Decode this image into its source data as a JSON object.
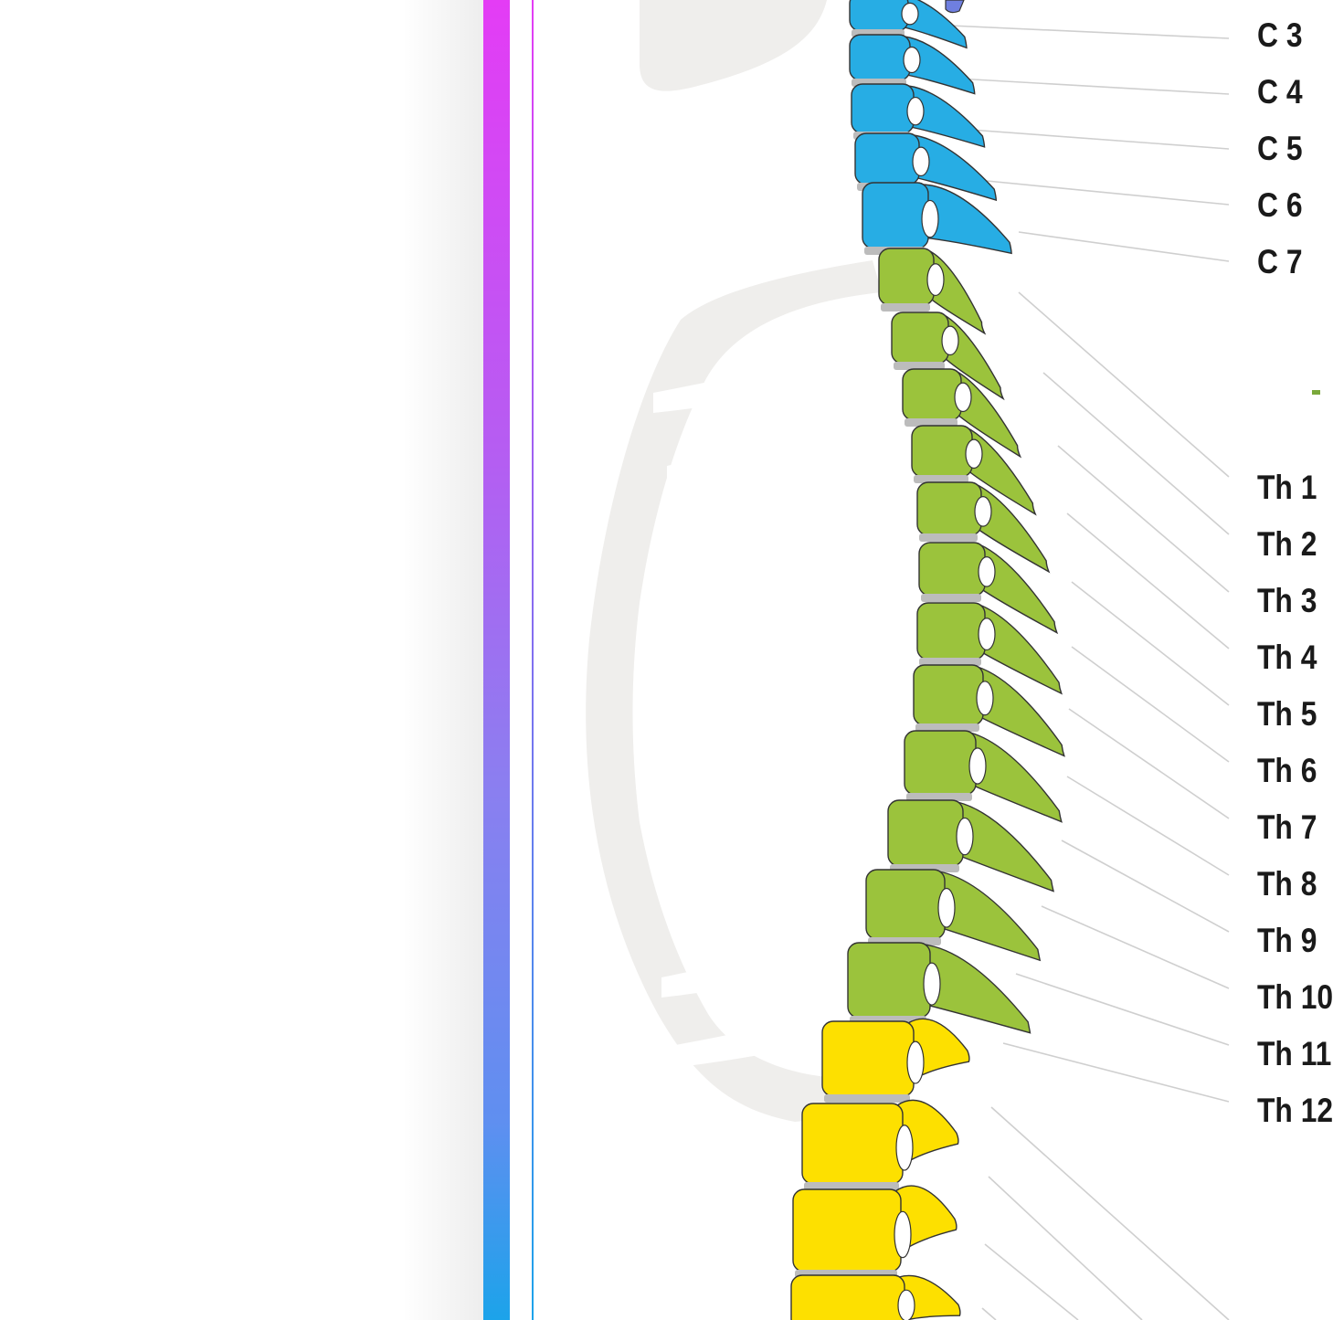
{
  "colors": {
    "cervical": "#27ade4",
    "thoracic": "#9bc33c",
    "lumbar": "#fde000",
    "disc": "#bcbcbc",
    "ribcage": "#efeeec",
    "leader": "#cfcfcf",
    "accent_bar_top": "#e43cf5",
    "accent_bar_bottom": "#1ca3ea"
  },
  "cervical_labels": [
    "C 3",
    "C 4",
    "C 5",
    "C 6",
    "C 7"
  ],
  "thoracic_labels": [
    "Th 1",
    "Th 2",
    "Th 3",
    "Th 4",
    "Th 5",
    "Th 6",
    "Th 7",
    "Th 8",
    "Th 9",
    "Th 10",
    "Th 11",
    "Th 12"
  ]
}
